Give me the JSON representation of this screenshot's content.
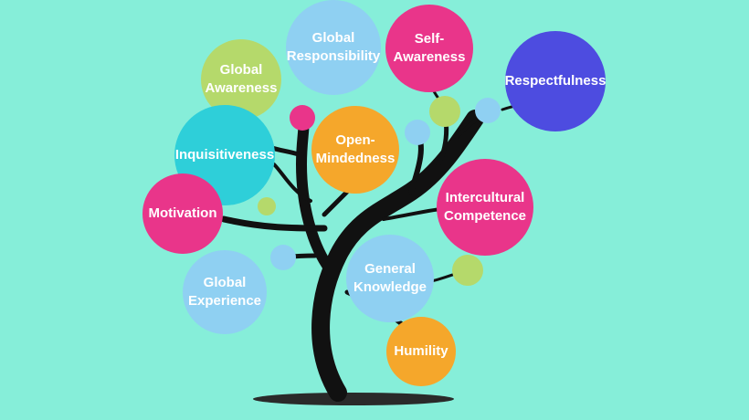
{
  "colors": {
    "background": "#86eed9",
    "green": "#b5d96b",
    "light_blue": "#8fd0f2",
    "pink": "#e9358a",
    "indigo": "#4d4ce0",
    "cyan": "#2ecfd9",
    "orange": "#f5a72b",
    "trunk": "#111111"
  },
  "bubbles": {
    "global_awareness": "Global Awareness",
    "global_responsibility": "Global Responsibility",
    "self_awareness": "Self-Awareness",
    "respectfulness": "Respectfulness",
    "inquisitiveness": "Inquisitiveness",
    "open_mindedness": "Open-Mindedness",
    "intercultural_competence": "Intercultural Competence",
    "motivation": "Motivation",
    "global_experience": "Global Experience",
    "general_knowledge": "General Knowledge",
    "humility": "Humility"
  }
}
